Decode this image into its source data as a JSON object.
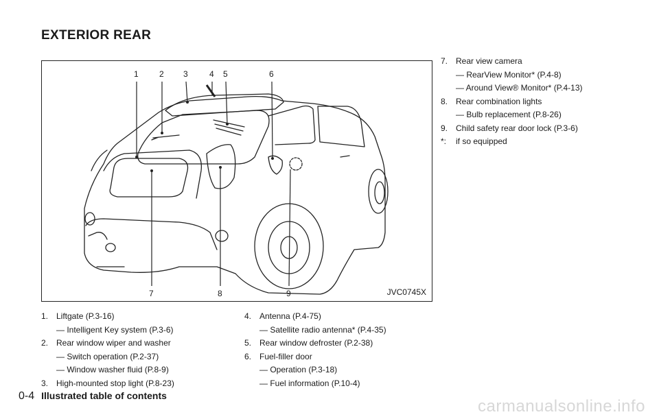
{
  "page": {
    "title": "EXTERIOR REAR",
    "figure_code": "JVC0745X",
    "callouts_top": [
      "1",
      "2",
      "3",
      "4",
      "5",
      "6"
    ],
    "callouts_bottom": [
      "7",
      "8",
      "9"
    ],
    "col1": [
      {
        "num": "1.",
        "text": "Liftgate (P.3-16)"
      },
      {
        "sub": "— Intelligent Key system (P.3-6)"
      },
      {
        "num": "2.",
        "text": "Rear window wiper and washer"
      },
      {
        "sub": "— Switch operation (P.2-37)"
      },
      {
        "sub": "— Window washer fluid (P.8-9)"
      },
      {
        "num": "3.",
        "text": "High-mounted stop light (P.8-23)"
      }
    ],
    "col2": [
      {
        "num": "4.",
        "text": "Antenna (P.4-75)"
      },
      {
        "sub": "— Satellite radio antenna* (P.4-35)"
      },
      {
        "num": "5.",
        "text": "Rear window defroster (P.2-38)"
      },
      {
        "num": "6.",
        "text": "Fuel-filler door"
      },
      {
        "sub": "— Operation (P.3-18)"
      },
      {
        "sub": "— Fuel information (P.10-4)"
      }
    ],
    "col3": [
      {
        "num": "7.",
        "text": "Rear view camera"
      },
      {
        "sub": "— RearView Monitor* (P.4-8)"
      },
      {
        "sub": "— Around View® Monitor* (P.4-13)"
      },
      {
        "num": "8.",
        "text": "Rear combination lights"
      },
      {
        "sub": "— Bulb replacement (P.8-26)"
      },
      {
        "num": "9.",
        "text": "Child safety rear door lock (P.3-6)"
      },
      {
        "num": "*:",
        "text": "if so equipped"
      }
    ],
    "footer": {
      "page_number": "0-4",
      "section": "Illustrated table of contents"
    },
    "watermark": "carmanualsonline.info"
  }
}
